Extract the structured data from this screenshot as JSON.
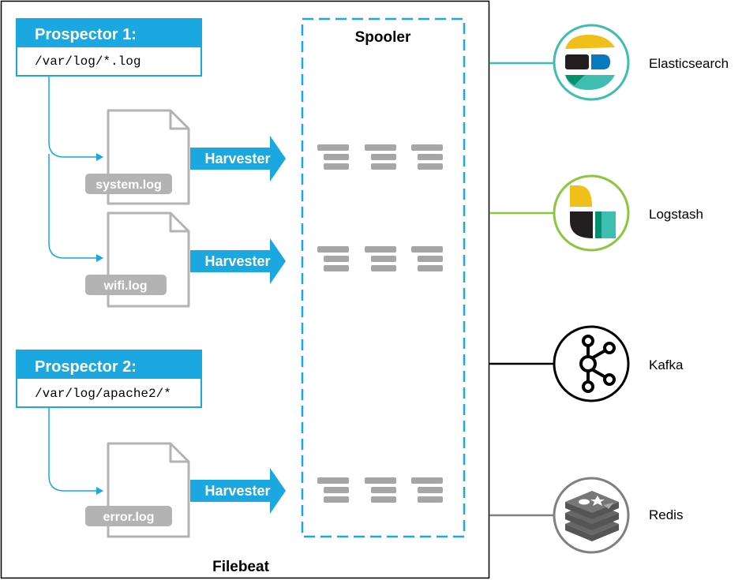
{
  "filebeat": {
    "label": "Filebeat"
  },
  "spooler": {
    "label": "Spooler"
  },
  "prospectors": [
    {
      "title": "Prospector 1:",
      "path": "/var/log/*.log"
    },
    {
      "title": "Prospector 2:",
      "path": "/var/log/apache2/*"
    }
  ],
  "files": [
    {
      "name": "system.log",
      "harvester": "Harvester"
    },
    {
      "name": "wifi.log",
      "harvester": "Harvester"
    },
    {
      "name": "error.log",
      "harvester": "Harvester"
    }
  ],
  "outputs": [
    {
      "label": "Elasticsearch",
      "icon": "elasticsearch-icon",
      "color": "#3ebeb0"
    },
    {
      "label": "Logstash",
      "icon": "logstash-icon",
      "color": "#8cc63f"
    },
    {
      "label": "Kafka",
      "icon": "kafka-icon",
      "color": "#000000"
    },
    {
      "label": "Redis",
      "icon": "redis-icon",
      "color": "#808080"
    }
  ],
  "colors": {
    "accent": "#1ba7df",
    "file_gray": "#b3b3b3",
    "queue_gray": "#a6a6a6"
  }
}
